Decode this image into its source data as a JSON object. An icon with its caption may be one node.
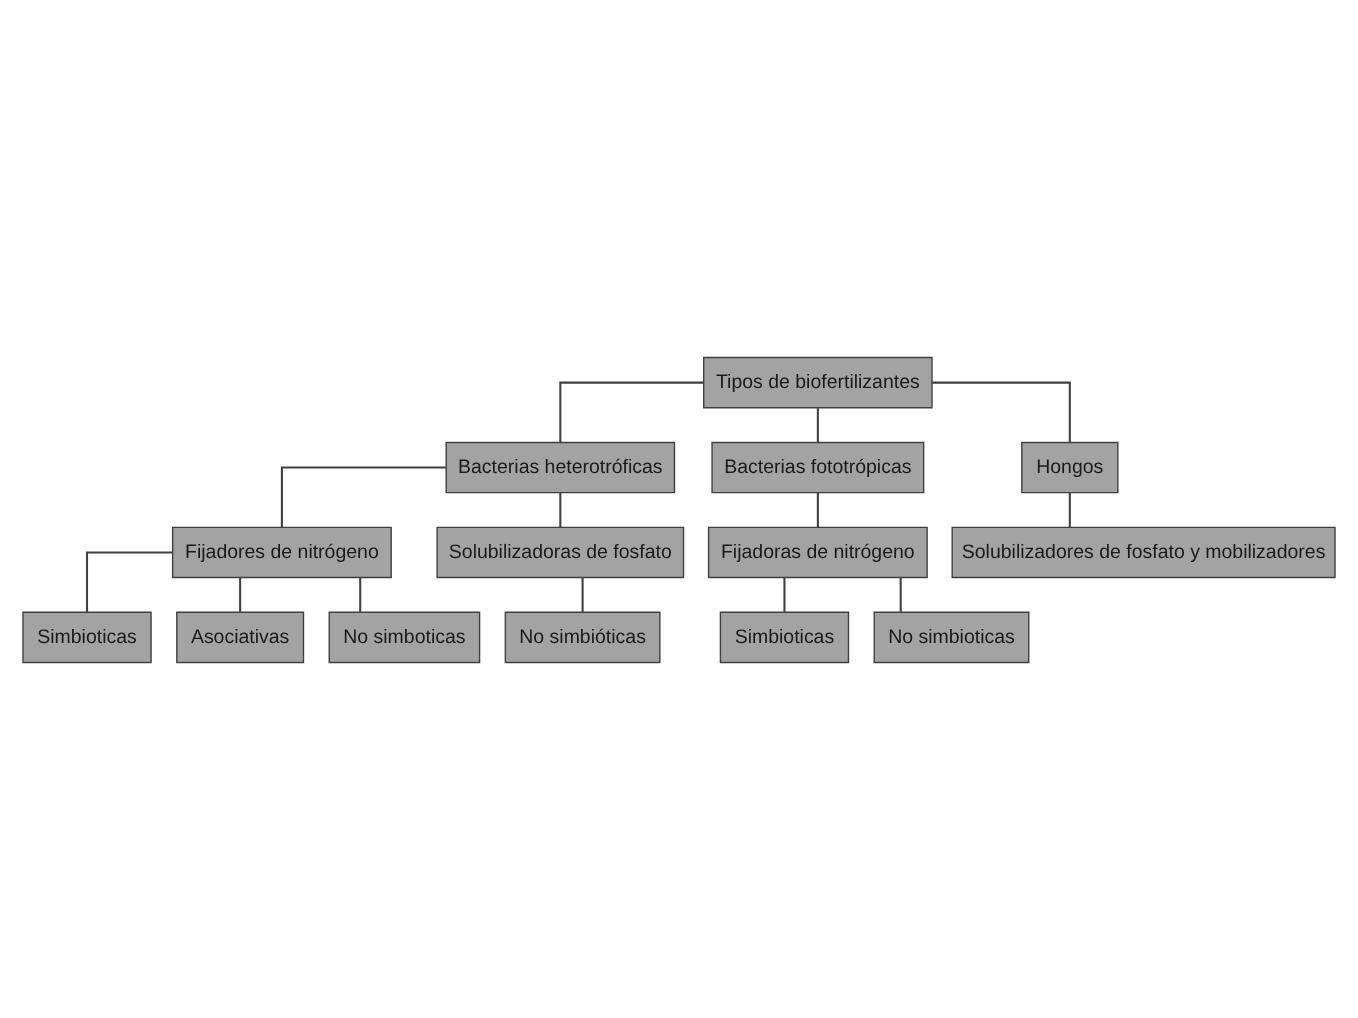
{
  "diagram": {
    "nodes": [
      {
        "text": [
          "Tipos de biofertilizantes"
        ]
      },
      {
        "text": [
          "Bacterias heterotróficas"
        ]
      },
      {
        "text": [
          "Bacterias fototrópicas"
        ]
      },
      {
        "text": [
          "Hongos"
        ]
      },
      {
        "text": [
          "Fijadores de nitrógeno"
        ]
      },
      {
        "text": [
          "Solubilizadoras de fosfato"
        ]
      },
      {
        "text": [
          "Fijadoras de nitrógeno"
        ]
      },
      {
        "text": [
          "Solubilizadores de fosfato y mobilizadores"
        ]
      },
      {
        "text": [
          "Simbioticas"
        ]
      },
      {
        "text": [
          "No simbióticas"
        ]
      },
      {
        "text": [
          "Simbioticas"
        ]
      },
      {
        "text": [
          "Asociativas"
        ]
      },
      {
        "text": [
          "No simbioticas"
        ]
      },
      {
        "text": [
          "No simboticas"
        ]
      }
    ],
    "edges": [
      {
        "from": 0,
        "to": 1,
        "arrow": "none"
      },
      {
        "from": 0,
        "to": 2,
        "arrow": "none"
      },
      {
        "from": 0,
        "to": 3,
        "arrow": "none"
      },
      {
        "from": 1,
        "to": 4,
        "arrow": "none"
      },
      {
        "from": 1,
        "to": 5,
        "arrow": "none"
      },
      {
        "from": 2,
        "to": 6,
        "arrow": "none"
      },
      {
        "from": 3,
        "to": 7,
        "arrow": "none"
      },
      {
        "from": 4,
        "to": 8,
        "arrow": "none"
      },
      {
        "from": 5,
        "to": 9,
        "arrow": "none"
      },
      {
        "from": 6,
        "to": 10,
        "arrow": "none"
      },
      {
        "from": 4,
        "to": 11,
        "arrow": "none"
      },
      {
        "from": 6,
        "to": 12,
        "arrow": "none"
      },
      {
        "from": 4,
        "to": 13,
        "arrow": "none"
      }
    ]
  }
}
